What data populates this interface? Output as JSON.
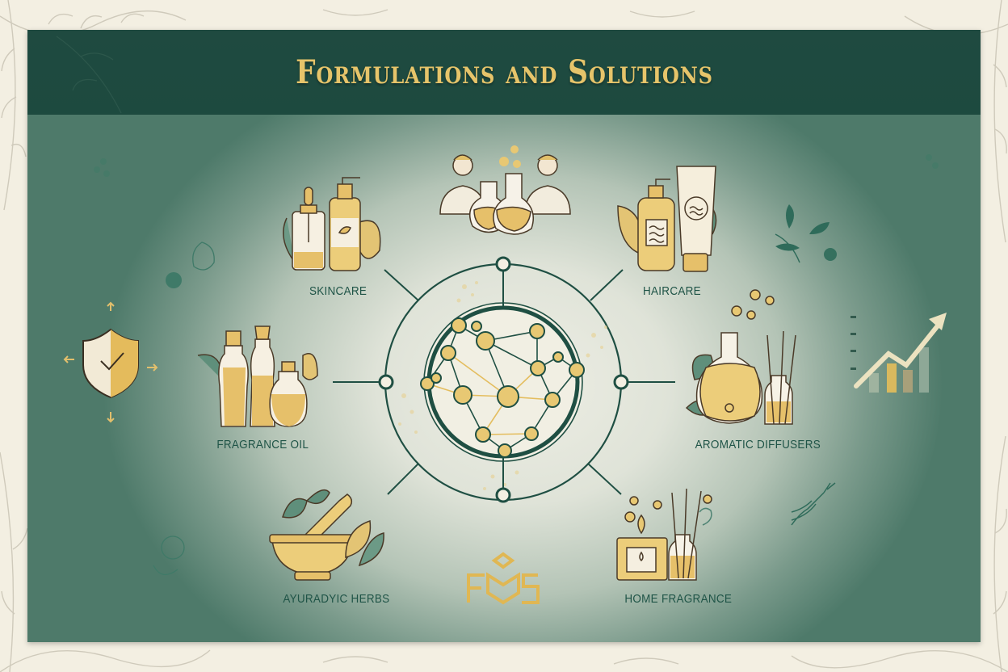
{
  "header": {
    "title": "Formulations and Solutions"
  },
  "center": {
    "name": "formulation-network-hub",
    "icon": "molecular-network-icon"
  },
  "top_icon": {
    "name": "scientists-lab-icon"
  },
  "categories": [
    {
      "id": "skincare",
      "label": "SKINCARE",
      "icon": "skincare-bottles-icon",
      "position": "top-left"
    },
    {
      "id": "haircare",
      "label": "HAIRCARE",
      "icon": "haircare-bottles-icon",
      "position": "top-right"
    },
    {
      "id": "fragrance-oil",
      "label": "FRAGRANCE OIL",
      "icon": "perfume-bottles-icon",
      "position": "middle-left"
    },
    {
      "id": "aromatic-diffusers",
      "label": "AROMATIC DIFFUSERS",
      "icon": "diffuser-icon",
      "position": "middle-right"
    },
    {
      "id": "ayurvedic-herbs",
      "label": "AYURADYIC HERBS",
      "icon": "mortar-pestle-icon",
      "position": "bottom-left"
    },
    {
      "id": "home-fragrance",
      "label": "HOME FRAGRANCE",
      "icon": "candle-reed-diffuser-icon",
      "position": "bottom-right"
    }
  ],
  "side_icons": {
    "left": "shield-check-icon",
    "right": "growth-chart-icon"
  },
  "logo": {
    "text": "FMS"
  },
  "colors": {
    "header_bg": "#1f4a40",
    "title_gold": "#e6c46a",
    "label_green": "#1f5447",
    "line_green": "#1f4f43",
    "gold_fill": "#e8c873",
    "cream": "#f3efe2"
  }
}
